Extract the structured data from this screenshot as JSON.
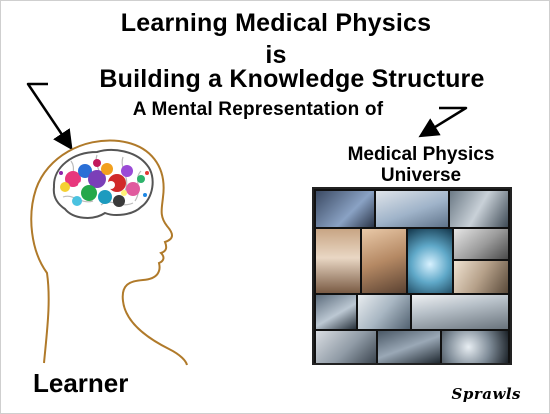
{
  "title_lines": [
    "Learning Medical Physics",
    "is",
    "Building a Knowledge Structure",
    "A Mental Representation of"
  ],
  "universe_label": [
    "Medical Physics",
    "Universe"
  ],
  "learner_label": "Learner",
  "signature": "Sprawls",
  "colors": {
    "text": "#000000",
    "head_outline": "#b07a2a",
    "brain_outline": "#555555"
  }
}
